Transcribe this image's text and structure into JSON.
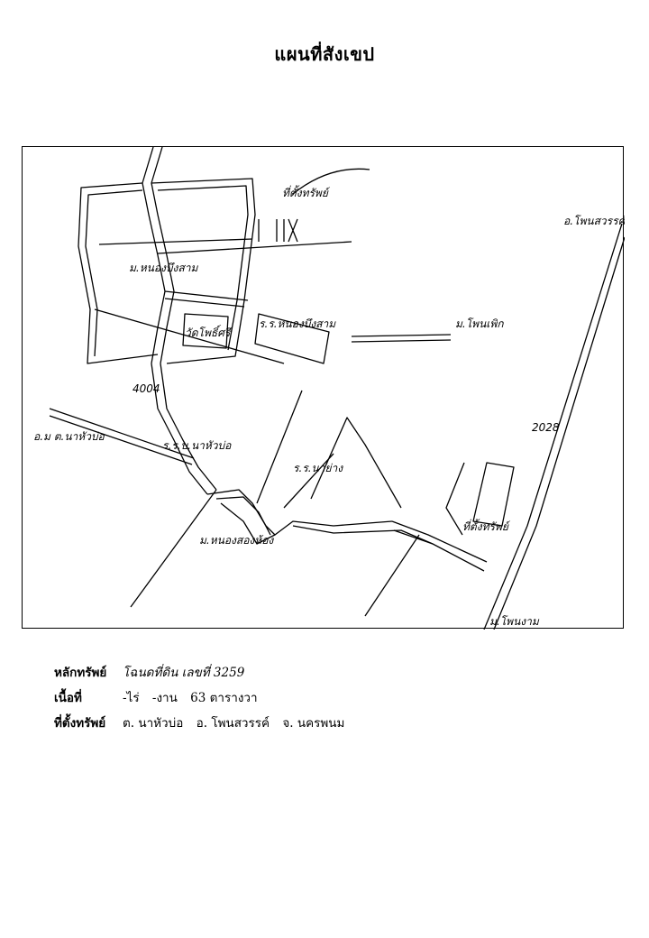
{
  "page_title": "แผนที่สังเขป",
  "map": {
    "labels": {
      "property_location": "ที่ตั้งทรัพย์",
      "amphoe_phon_sawan": "อ.โพนสวรรค์",
      "ban_nong_bueng_sam": "ม.หนองบึงสาม",
      "school_nong_bueng_sam": "ร.ร.หนองบึงสาม",
      "wat_pho_si": "วัดโพธิ์ศรี",
      "ban_phon_phoek": "ม.โพนเพิก",
      "road_4004": "4004",
      "tambon_na_hua_bo": "อ.ม ต.นาหัวบ่อ",
      "school_na_hua_bo": "ร.ร.บ.นาหัวบ่อ",
      "school_na_yang": "ร.ร.นาย่าง",
      "road_2028": "2028",
      "property_location_2": "ที่ตั้งทรัพย์",
      "ban_nong_song_hong": "ม.หนองสองห้อง",
      "ban_phon_ngam": "ม.โพนงาม"
    }
  },
  "info": {
    "property_label": "หลักทรัพย์",
    "property_value": "โฉนดที่ดิน เลขที่  3259",
    "area_label": "เนื้อที่",
    "area_rai": "-ไร่",
    "area_ngan": "-งาน",
    "area_wa": "63 ตารางวา",
    "location_label": "ที่ตั้งทรัพย์",
    "location_tambon": "ต. นาหัวบ่อ",
    "location_amphoe": "อ. โพนสวรรค์",
    "location_changwat": "จ. นครพนม"
  }
}
